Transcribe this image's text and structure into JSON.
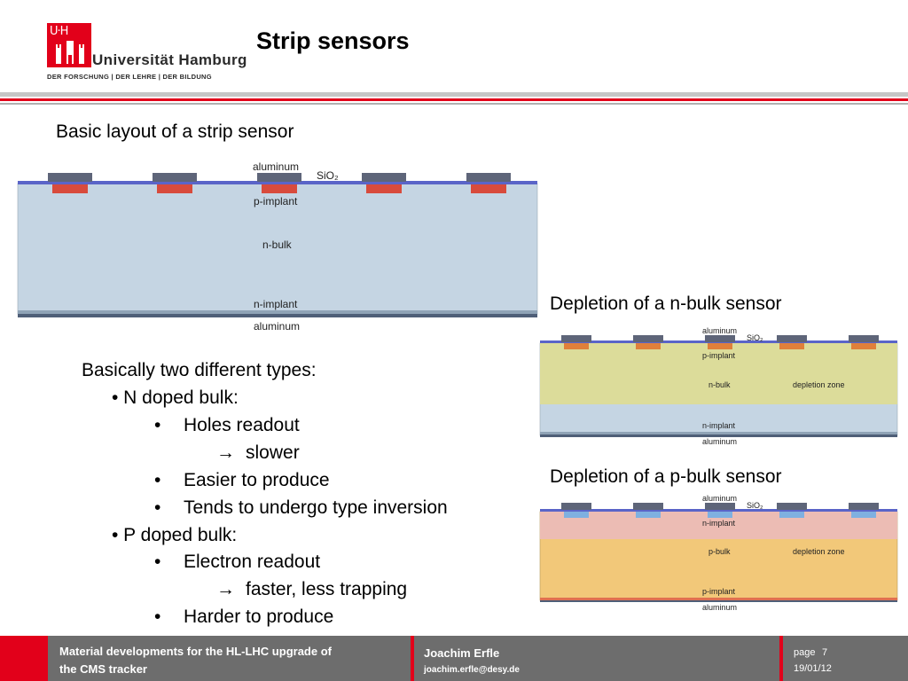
{
  "header": {
    "logo_mark": "U·H",
    "university": "Universität Hamburg",
    "tagline": "DER FORSCHUNG | DER LEHRE | DER BILDUNG",
    "title": "Strip sensors"
  },
  "section1": {
    "heading": "Basic layout of a strip sensor"
  },
  "diagram_main": {
    "labels": {
      "aluminum_top": "aluminum",
      "sio2": "SiO₂",
      "p_implant": "p-implant",
      "bulk": "n-bulk",
      "n_implant": "n-implant",
      "aluminum_bottom": "aluminum"
    }
  },
  "section2": {
    "heading": "Depletion of a n-bulk sensor"
  },
  "diagram_nbulk": {
    "labels": {
      "aluminum_top": "aluminum",
      "sio2": "SiO₂",
      "p_implant": "p-implant",
      "bulk": "n-bulk",
      "depletion": "depletion zone",
      "n_implant": "n-implant",
      "aluminum_bottom": "aluminum"
    }
  },
  "section3": {
    "heading": "Depletion of a p-bulk sensor"
  },
  "diagram_pbulk": {
    "labels": {
      "aluminum_top": "aluminum",
      "sio2": "SiO₂",
      "n_implant": "n-implant",
      "bulk": "p-bulk",
      "depletion": "depletion zone",
      "p_implant": "p-implant",
      "aluminum_bottom": "aluminum"
    }
  },
  "bullets": {
    "intro": "Basically two different types:",
    "n_doped": "• N doped bulk:",
    "holes": "Holes readout",
    "slower": "slower",
    "easier": "Easier to produce",
    "inversion": "Tends to undergo type inversion",
    "p_doped": "• P doped bulk:",
    "electron": "Electron readout",
    "faster": "faster, less trapping",
    "harder": "Harder to produce",
    "dot": "•",
    "arrow": "→"
  },
  "footer": {
    "subject_line1": "Material developments for the HL-LHC upgrade of",
    "subject_line2": "the CMS tracker",
    "author": "Joachim Erfle",
    "email": "joachim.erfle@desy.de",
    "page_label": "page",
    "page_number": "7",
    "date": "19/01/12"
  },
  "colors": {
    "brand_red": "#e2001a",
    "footer_gray": "#6d6d6d",
    "bulk_blue": "#c5d5e3",
    "depletion_yellow": "#dcdc9a",
    "pbulk_orange": "#f2c879",
    "nimplant_pink": "#ecbcb4"
  }
}
